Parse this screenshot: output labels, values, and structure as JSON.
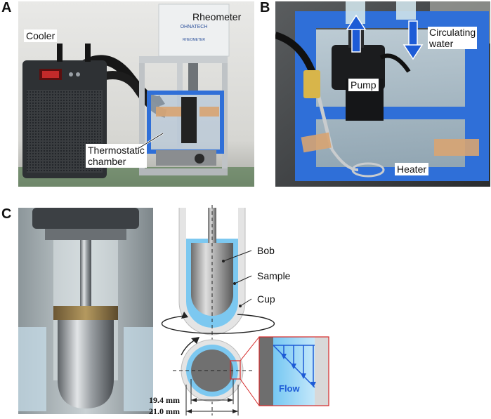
{
  "panels": {
    "a": {
      "letter": "A",
      "labels": {
        "cooler": "Cooler",
        "rheometer": "Rheometer",
        "chamber": "Thermostatic\nchamber"
      },
      "device_text": {
        "brand": "OHNATECH",
        "model": "RHEOMETER"
      }
    },
    "b": {
      "letter": "B",
      "labels": {
        "circulating": "Circulating\nwater",
        "pump": "Pump",
        "heater": "Heater"
      }
    },
    "c": {
      "letter": "C",
      "labels": {
        "bob": "Bob",
        "sample": "Sample",
        "cup": "Cup",
        "flow": "Flow"
      },
      "dimensions": {
        "inner": "19.4 mm",
        "outer": "21.0 mm"
      }
    }
  },
  "colors": {
    "accent_blue": "#1d5bd6",
    "sample_blue": "#7cc8f0",
    "foam_blue": "#2f6fd8",
    "zoom_red": "#d62828"
  }
}
